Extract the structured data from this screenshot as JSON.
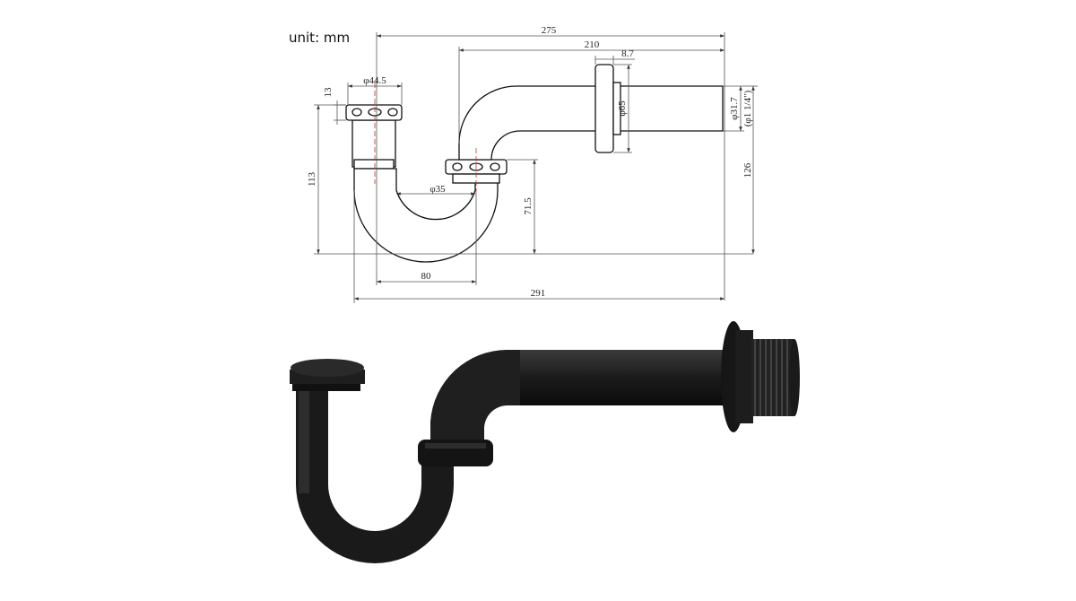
{
  "unit_label": "unit: mm",
  "dimensions": {
    "overall_length_top": "275",
    "outlet_length": "210",
    "flange_thickness": "8.7",
    "inlet_diameter": "φ44.5",
    "nut_height": "13",
    "flange_diameter": "φ65",
    "tube_diameter": "φ31.7",
    "tube_diameter_inch": "(φ1 1/4\")",
    "overall_height": "113",
    "total_height": "126",
    "bend_diameter": "φ35",
    "nut_to_bottom": "71.5",
    "leg_spacing": "80",
    "overall_length_bottom": "291"
  },
  "colors": {
    "pipe_body": "#1c1c1c",
    "centerline": "#c0392b"
  }
}
